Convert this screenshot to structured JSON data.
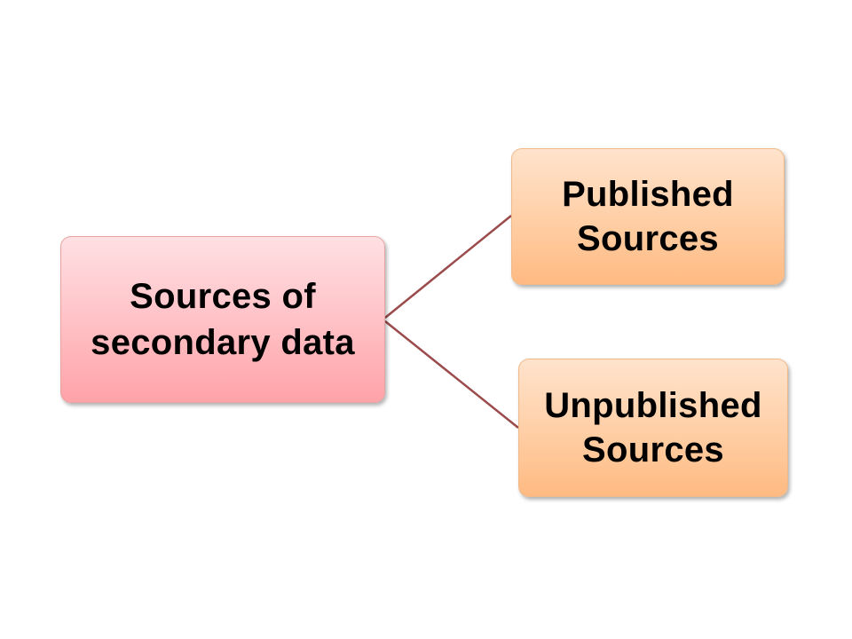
{
  "diagram": {
    "root": {
      "label": "Sources of\nsecondary data"
    },
    "children": [
      {
        "label": "Published\nSources"
      },
      {
        "label": "Unpublished\nSources"
      }
    ]
  },
  "colors": {
    "connector": "#9b4b4b",
    "root_fill": "#ffb8bd",
    "child_fill": "#ffcc9f"
  }
}
